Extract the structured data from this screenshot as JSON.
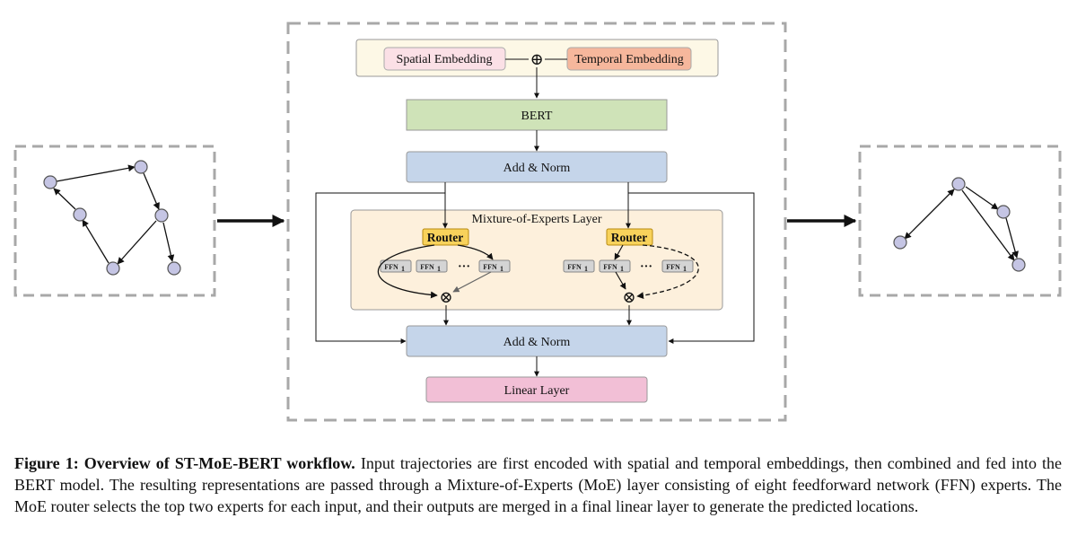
{
  "diagram": {
    "spatial_embedding": "Spatial Embedding",
    "temporal_embedding": "Temporal Embedding",
    "plus_symbol": "⊕",
    "bert": "BERT",
    "add_norm_top": "Add & Norm",
    "moe_layer_title": "Mixture-of-Experts Layer",
    "router_left": "Router",
    "router_right": "Router",
    "ffn_label": "FFN",
    "ffn_subscript": "1",
    "ellipsis": "···",
    "times_symbol": "⊗",
    "add_norm_bottom": "Add & Norm",
    "linear_layer": "Linear Layer",
    "colors": {
      "spatial_fill": "#fbe0e6",
      "temporal_fill": "#f6b79c",
      "embedding_panel": "#fdf8e6",
      "bert_fill": "#cfe3b8",
      "add_norm_fill": "#c5d5ea",
      "moe_panel": "#fdf0dc",
      "router_fill": "#f8d25b",
      "ffn_fill": "#d4d4d4",
      "linear_fill": "#f2bfd6",
      "node_fill": "#c5c5e4"
    }
  },
  "caption": {
    "bold": "Figure 1: Overview of ST-MoE-BERT workflow.",
    "text": " Input trajectories are first encoded with spatial and temporal embeddings, then combined and fed into the BERT model. The resulting representations are passed through a Mixture-of-Experts (MoE) layer consisting of eight feedforward network (FFN) experts. The MoE router selects the top two experts for each input, and their outputs are merged in a final linear layer to generate the predicted locations."
  }
}
